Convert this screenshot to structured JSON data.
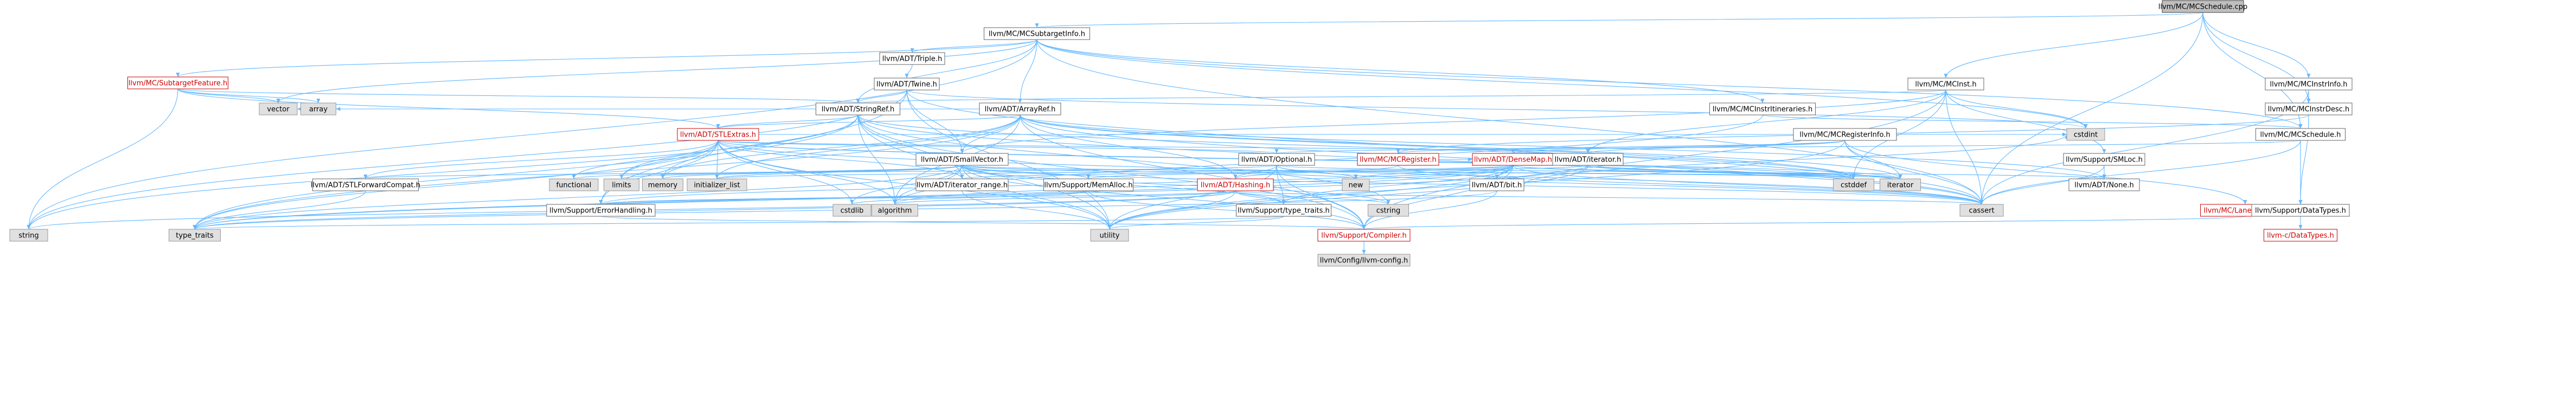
{
  "colors": {
    "edge": "#63b8ff",
    "edge_dark": "#404040",
    "node_fill": "#ffffff",
    "node_stroke": "#666666",
    "root_fill": "#bfbfbf",
    "root_stroke": "#404040",
    "system_fill": "#e0e0e0",
    "system_stroke": "#999999",
    "red_text": "#cc0000",
    "red_stroke": "#cc0000",
    "text": "#000000"
  },
  "nodes": [
    {
      "id": "root",
      "label": "llvm/MC/MCSchedule.cpp",
      "kind": "root"
    },
    {
      "id": "subtargetinfo",
      "label": "llvm/MC/MCSubtargetInfo.h",
      "kind": "normal"
    },
    {
      "id": "triple",
      "label": "llvm/ADT/Triple.h",
      "kind": "normal"
    },
    {
      "id": "twine",
      "label": "llvm/ADT/Twine.h",
      "kind": "normal"
    },
    {
      "id": "subtargetfeature",
      "label": "llvm/MC/SubtargetFeature.h",
      "kind": "red"
    },
    {
      "id": "mcinst",
      "label": "llvm/MC/MCInst.h",
      "kind": "normal"
    },
    {
      "id": "mcinstrinfo",
      "label": "llvm/MC/MCInstrInfo.h",
      "kind": "normal"
    },
    {
      "id": "mcinstrdesc",
      "label": "llvm/MC/MCInstrDesc.h",
      "kind": "normal"
    },
    {
      "id": "mcinstritineraries",
      "label": "llvm/MC/MCInstrItineraries.h",
      "kind": "normal"
    },
    {
      "id": "stringref",
      "label": "llvm/ADT/StringRef.h",
      "kind": "normal"
    },
    {
      "id": "arrayref",
      "label": "llvm/ADT/ArrayRef.h",
      "kind": "normal"
    },
    {
      "id": "mcregisterinfo",
      "label": "llvm/MC/MCRegisterInfo.h",
      "kind": "normal"
    },
    {
      "id": "mcschedule",
      "label": "llvm/MC/MCSchedule.h",
      "kind": "normal"
    },
    {
      "id": "stlextras",
      "label": "llvm/ADT/STLExtras.h",
      "kind": "red"
    },
    {
      "id": "smallvector",
      "label": "llvm/ADT/SmallVector.h",
      "kind": "normal"
    },
    {
      "id": "optional",
      "label": "llvm/ADT/Optional.h",
      "kind": "normal"
    },
    {
      "id": "mcregister",
      "label": "llvm/MC/MCRegister.h",
      "kind": "red"
    },
    {
      "id": "densemap",
      "label": "llvm/ADT/DenseMap.h",
      "kind": "red"
    },
    {
      "id": "iteratorh",
      "label": "llvm/ADT/iterator.h",
      "kind": "normal"
    },
    {
      "id": "smloc",
      "label": "llvm/Support/SMLoc.h",
      "kind": "normal"
    },
    {
      "id": "stlforward",
      "label": "llvm/ADT/STLForwardCompat.h",
      "kind": "normal"
    },
    {
      "id": "iteratorrange",
      "label": "llvm/ADT/iterator_range.h",
      "kind": "normal"
    },
    {
      "id": "memalloc",
      "label": "llvm/Support/MemAlloc.h",
      "kind": "normal"
    },
    {
      "id": "hashing",
      "label": "llvm/ADT/Hashing.h",
      "kind": "red"
    },
    {
      "id": "bitadt",
      "label": "llvm/ADT/bit.h",
      "kind": "normal"
    },
    {
      "id": "none",
      "label": "llvm/ADT/None.h",
      "kind": "normal"
    },
    {
      "id": "lanebitmask",
      "label": "llvm/MC/LaneBitmask.h",
      "kind": "red"
    },
    {
      "id": "datatypes",
      "label": "llvm/Support/DataTypes.h",
      "kind": "normal"
    },
    {
      "id": "datatypesred",
      "label": "llvm-c/DataTypes.h",
      "kind": "red"
    },
    {
      "id": "errorhandling",
      "label": "llvm/Support/ErrorHandling.h",
      "kind": "normal"
    },
    {
      "id": "typetraitsllvm",
      "label": "llvm/Support/type_traits.h",
      "kind": "normal"
    },
    {
      "id": "compiler",
      "label": "llvm/Support/Compiler.h",
      "kind": "red"
    },
    {
      "id": "llvmconfig",
      "label": "llvm/Config/llvm-config.h",
      "kind": "system"
    },
    {
      "id": "vector",
      "label": "vector",
      "kind": "system"
    },
    {
      "id": "array",
      "label": "array",
      "kind": "system"
    },
    {
      "id": "string",
      "label": "string",
      "kind": "system"
    },
    {
      "id": "typetraits",
      "label": "type_traits",
      "kind": "system"
    },
    {
      "id": "utility",
      "label": "utility",
      "kind": "system"
    },
    {
      "id": "cassert",
      "label": "cassert",
      "kind": "system"
    },
    {
      "id": "cstdint",
      "label": "cstdint",
      "kind": "system"
    },
    {
      "id": "cstddef",
      "label": "cstddef",
      "kind": "system"
    },
    {
      "id": "iteratorsys",
      "label": "iterator",
      "kind": "system"
    },
    {
      "id": "functional",
      "label": "functional",
      "kind": "system"
    },
    {
      "id": "limits",
      "label": "limits",
      "kind": "system"
    },
    {
      "id": "memory",
      "label": "memory",
      "kind": "system"
    },
    {
      "id": "initlist",
      "label": "initializer_list",
      "kind": "system"
    },
    {
      "id": "new",
      "label": "new",
      "kind": "system"
    },
    {
      "id": "cstdlib",
      "label": "cstdlib",
      "kind": "system"
    },
    {
      "id": "algorithm",
      "label": "algorithm",
      "kind": "system"
    },
    {
      "id": "cstring",
      "label": "cstring",
      "kind": "system"
    }
  ]
}
